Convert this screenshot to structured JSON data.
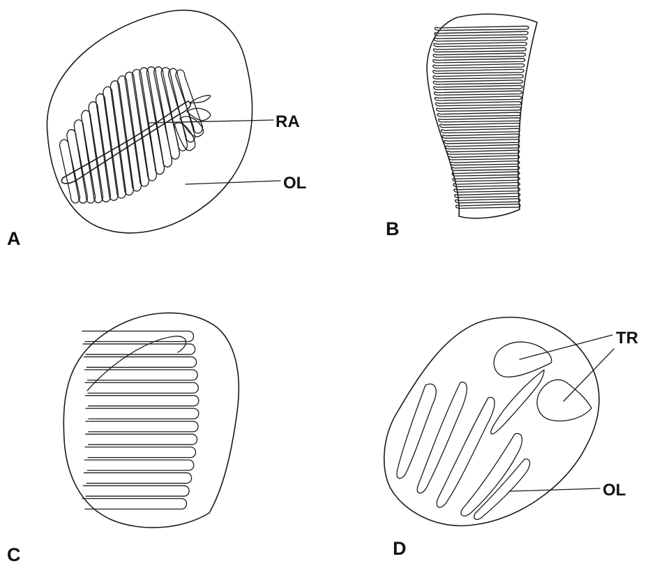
{
  "figure": {
    "panels": [
      {
        "id": "A",
        "label": "A"
      },
      {
        "id": "B",
        "label": "B"
      },
      {
        "id": "C",
        "label": "C"
      },
      {
        "id": "D",
        "label": "D"
      }
    ],
    "callouts": {
      "a_ra": "RA",
      "a_ol": "OL",
      "d_tr": "TR",
      "d_ol": "OL"
    }
  }
}
